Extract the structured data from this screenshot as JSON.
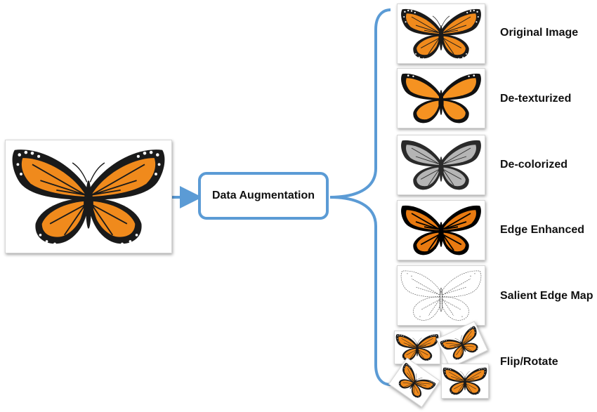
{
  "augmentation_box": {
    "label": "Data Augmentation"
  },
  "outputs": [
    {
      "label": "Original Image"
    },
    {
      "label": "De-texturized"
    },
    {
      "label": "De-colorized"
    },
    {
      "label": "Edge Enhanced"
    },
    {
      "label": "Salient Edge Map"
    },
    {
      "label": "Flip/Rotate"
    }
  ],
  "colors": {
    "accent_blue": "#5b9bd5",
    "wing_orange": "#f08a1c",
    "wing_black": "#1a1a1a",
    "spot_white": "#ffffff",
    "gray_wing": "#b5b5b5"
  }
}
